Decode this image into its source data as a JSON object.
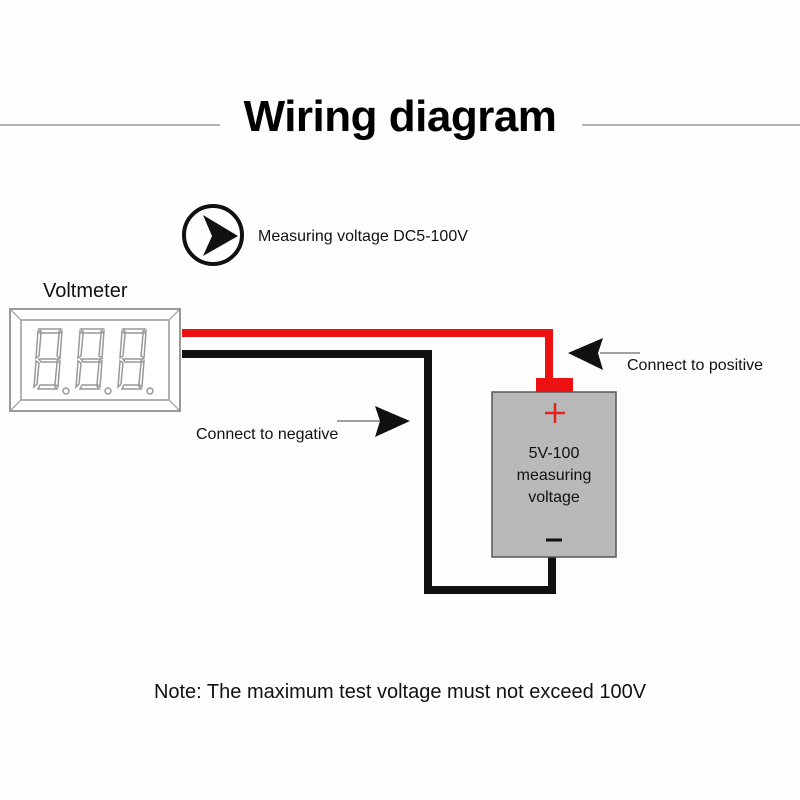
{
  "title": "Wiring diagram",
  "legend": {
    "icon": "play-arrow-circle-icon",
    "text": "Measuring voltage DC5-100V"
  },
  "voltmeter": {
    "label": "Voltmeter",
    "display_digits": 3,
    "display_icon": "seven-segment-display-icon"
  },
  "battery": {
    "positive_symbol": "+",
    "negative_symbol": "−",
    "text_lines": [
      "5V-100",
      "measuring",
      "voltage"
    ]
  },
  "annotations": {
    "positive": "Connect to positive",
    "negative": "Connect to negative"
  },
  "wires": {
    "positive_color": "#ee1111",
    "negative_color": "#111111"
  },
  "colors": {
    "battery_fill": "#b9b9b9",
    "battery_terminal": "#ee1111"
  },
  "note": "Note: The maximum test voltage must not exceed 100V"
}
